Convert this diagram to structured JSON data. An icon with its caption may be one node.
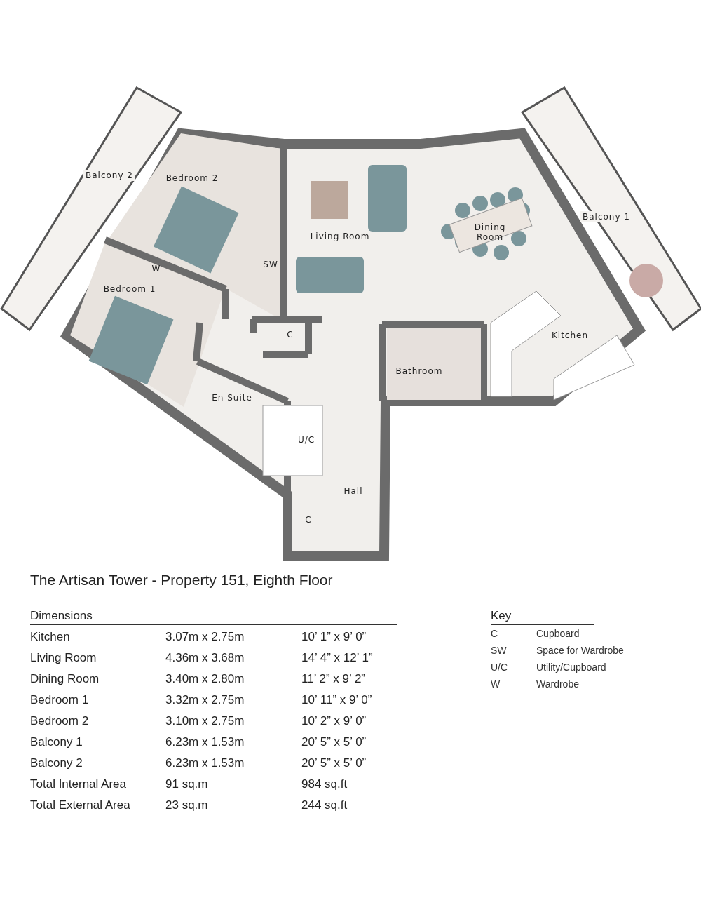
{
  "diagram": {
    "title": "The Artisan Tower - Property 151, Eighth Floor",
    "labels": [
      "Balcony 2",
      "Bedroom 2",
      "Living Room",
      "Dining Room",
      "Balcony 1",
      "W",
      "SW",
      "Bedroom 1",
      "C",
      "Kitchen",
      "Bathroom",
      "En Suite",
      "U/C",
      "Hall",
      "C",
      "Dimensions",
      "Kitchen",
      "3.07m x 2.75m",
      "10’ 1” x 9’ 0”",
      "Living Room",
      "4.36m x 3.68m",
      "14’ 4” x 12’ 1”",
      "Dining Room",
      "3.40m x 2.80m",
      "11’ 2” x 9’ 2”",
      "Bedroom 1",
      "3.32m x 2.75m",
      "10’ 11” x 9’ 0”",
      "Bedroom 2",
      "3.10m x 2.75m",
      "10’ 2” x 9’ 0”",
      "Balcony 1",
      "6.23m x 1.53m",
      "20’ 5” x 5’ 0”",
      "Balcony 2",
      "6.23m x 1.53m",
      "20’ 5” x 5’ 0”",
      "Total Internal Area",
      "91 sq.m",
      "984 sq.ft",
      "Total External Area",
      "23 sq.m",
      "244 sq.ft",
      "Key",
      "C",
      "Cupboard",
      "SW",
      "Space for Wardrobe",
      "U/C",
      "Utility/Cupboard",
      "W",
      "Wardrobe"
    ]
  }
}
